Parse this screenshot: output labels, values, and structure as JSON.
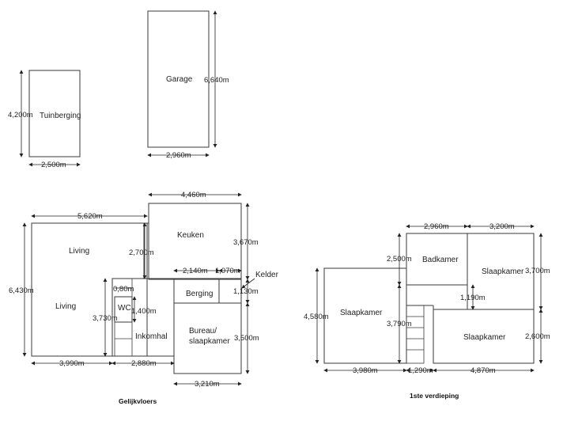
{
  "rooms": {
    "tuinberging": "Tuinberging",
    "garage": "Garage",
    "keuken": "Keuken",
    "living_top": "Living",
    "living_bottom": "Living",
    "wc": "WC",
    "inkomhal": "Inkomhal",
    "berging": "Berging",
    "bureau_line1": "Bureau/",
    "bureau_line2": "slaapkamer",
    "kelder": "Kelder",
    "badkamer": "Badkamer",
    "slaapkamer_right_top": "Slaapkamer",
    "slaapkamer_left": "Slaapkamer",
    "slaapkamer_right_bottom": "Slaapkamer"
  },
  "dimensions": {
    "tuinberging_height": "4,200m",
    "tuinberging_width": "2,500m",
    "garage_height": "6,640m",
    "garage_width": "2,960m",
    "keuken_width": "4,460m",
    "living_width_top": "5,620m",
    "keuken_height": "3,670m",
    "living_upper_height": "2,700m",
    "total_height": "6,430m",
    "berging_width": "2,140m",
    "kelder_width": "1,070m",
    "wc_small": "0,80m",
    "kelder_height": "1,130m",
    "inkom_height": "3,730m",
    "wc_height": "1,400m",
    "bureau_height": "3,500m",
    "living_width_bottom": "3,990m",
    "inkom_width": "2,880m",
    "bureau_width": "3,210m",
    "badkamer_width": "2,960m",
    "slaapkamer_tr_width": "3,200m",
    "badkamer_height": "2,500m",
    "slaapkamer_tr_height": "3,700m",
    "upper_left_height": "4,580m",
    "gap_height": "1,190m",
    "stair_height": "3,790m",
    "slaapkamer_br_height": "2,600m",
    "upper_left_width": "3,980m",
    "stair_width": "1,290m",
    "slaapkamer_br_width": "4,870m"
  },
  "captions": {
    "ground_floor": "Gelijkvloers",
    "first_floor": "1ste verdieping"
  }
}
